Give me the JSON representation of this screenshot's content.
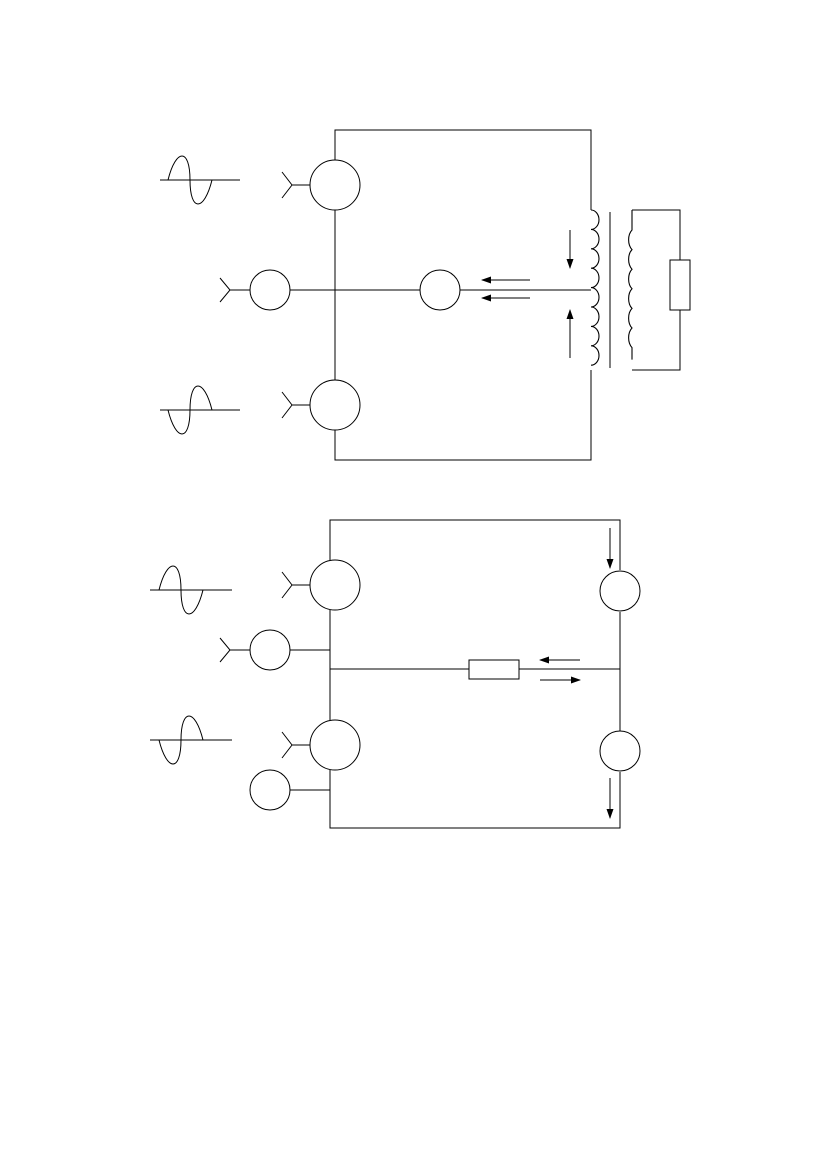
{
  "colors": {
    "background": "#ffffff",
    "ink": "#000000"
  },
  "diagrams": [
    {
      "kind": "transformer-neutral-circuit",
      "components": [
        "sine-wave-source",
        "sine-wave-source-inverted",
        "ac-generator",
        "ac-generator",
        "current-meter",
        "current-meter",
        "center-tapped-transformer",
        "load-resistor"
      ],
      "current_arrows": 4
    },
    {
      "kind": "resistor-bridge-circuit",
      "components": [
        "sine-wave-source",
        "sine-wave-source",
        "ac-generator",
        "ac-generator",
        "current-meter",
        "current-meter",
        "current-meter",
        "current-meter",
        "series-resistor"
      ],
      "current_arrows": 4
    }
  ]
}
